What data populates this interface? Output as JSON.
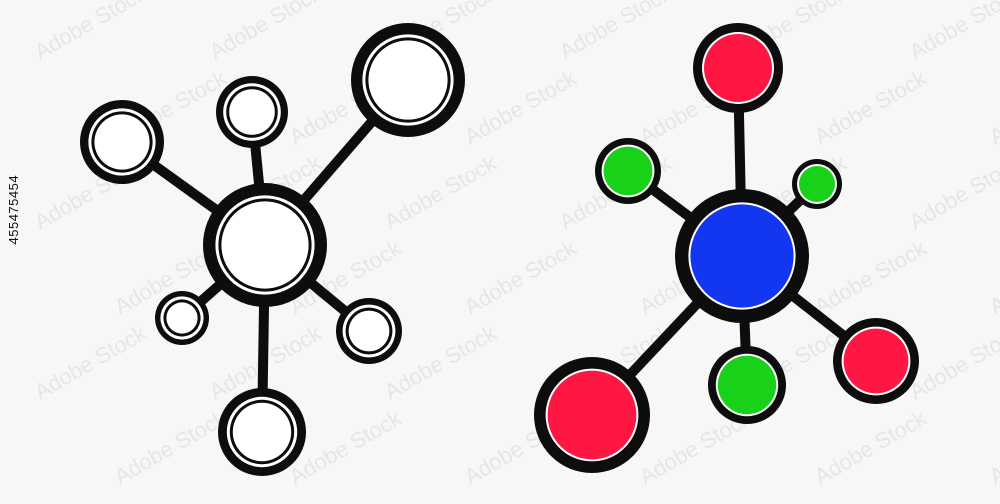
{
  "stock_id": "455475454",
  "watermark_text": "Adobe Stock",
  "colors": {
    "background": "#f7f7f7",
    "outline": "#0d0d0d",
    "inner_ring": "#ffffff",
    "hollow_fill": "#ffffff",
    "red_node": "#ff1744",
    "green_node": "#19d119",
    "blue_node": "#1336f0"
  },
  "icons": [
    {
      "name": "outline-network-icon",
      "style": "outline",
      "center_fill": "hollow",
      "satellites": [
        {
          "name": "satellite-upper-left",
          "fill": "hollow"
        },
        {
          "name": "satellite-top",
          "fill": "hollow"
        },
        {
          "name": "satellite-upper-right",
          "fill": "hollow"
        },
        {
          "name": "satellite-lower-left",
          "fill": "hollow"
        },
        {
          "name": "satellite-lower-right",
          "fill": "hollow"
        },
        {
          "name": "satellite-bottom",
          "fill": "hollow"
        }
      ]
    },
    {
      "name": "colored-network-icon",
      "style": "filled",
      "center_fill": "blue",
      "satellites": [
        {
          "name": "satellite-top",
          "fill": "red"
        },
        {
          "name": "satellite-left",
          "fill": "green"
        },
        {
          "name": "satellite-upper-right",
          "fill": "green"
        },
        {
          "name": "satellite-lower-left",
          "fill": "red"
        },
        {
          "name": "satellite-bottom",
          "fill": "green"
        },
        {
          "name": "satellite-right",
          "fill": "red"
        }
      ]
    }
  ]
}
